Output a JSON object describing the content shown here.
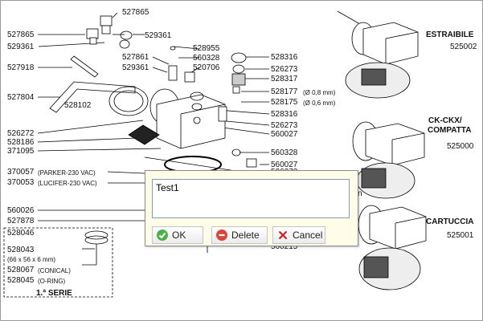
{
  "left_codes": {
    "c527865a": "527865",
    "c527865b": "527865",
    "c529361a": "529361",
    "c529361b": "529361",
    "c527918": "527918",
    "c527804": "527804",
    "c528102": "528102",
    "c529361c": "529361",
    "c527861": "527861",
    "c528955": "528955",
    "c560328a": "560328",
    "c520706": "520706",
    "c526272a": "526272",
    "c528186": "528186",
    "c371095": "371095",
    "c370057": "370057",
    "c370057_note": "(PARKER-230 VAC)",
    "c370053": "370053",
    "c370053_note": "(LUCIFER-230 VAC)",
    "c560026": "560026",
    "c527878": "527878"
  },
  "right_codes": {
    "c528316a": "528316",
    "c526273a": "526273",
    "c528317": "528317",
    "c528177": "528177",
    "c528177_note": "(Ø 0,8 mm)",
    "c528175": "528175",
    "c528175_note": "(Ø 0,6 mm)",
    "c528316b": "528316",
    "c526273b": "526273",
    "c560027a": "560027",
    "c560328b": "560328",
    "c560027b": "560027",
    "c526272b": "526272",
    "c560215": "560215",
    "stray_n": "n"
  },
  "serie_box": {
    "c528046": "528046",
    "c528043": "528043",
    "c528043_note": "(66 x 56 x 6 mm)",
    "c528067": "528067",
    "c528067_note": "(CONICAL)",
    "c528045": "528045",
    "c528045_note": "(O-RING)",
    "title": "1.ª SERIE"
  },
  "variants": [
    {
      "name": "ESTRAIBILE",
      "code": "525002"
    },
    {
      "name": "CK-CKX/",
      "name2": "COMPATTA",
      "code": "525000"
    },
    {
      "name": "CARTUCCIA",
      "code": "525001"
    }
  ],
  "dialog": {
    "text_value": "Test1",
    "ok_label": "OK",
    "delete_label": "Delete",
    "cancel_label": "Cancel"
  },
  "colors": {
    "ok": "#4fb04a",
    "delete": "#d9463b",
    "cancel": "#cc2222",
    "dialog_bg": "#fffde8"
  }
}
